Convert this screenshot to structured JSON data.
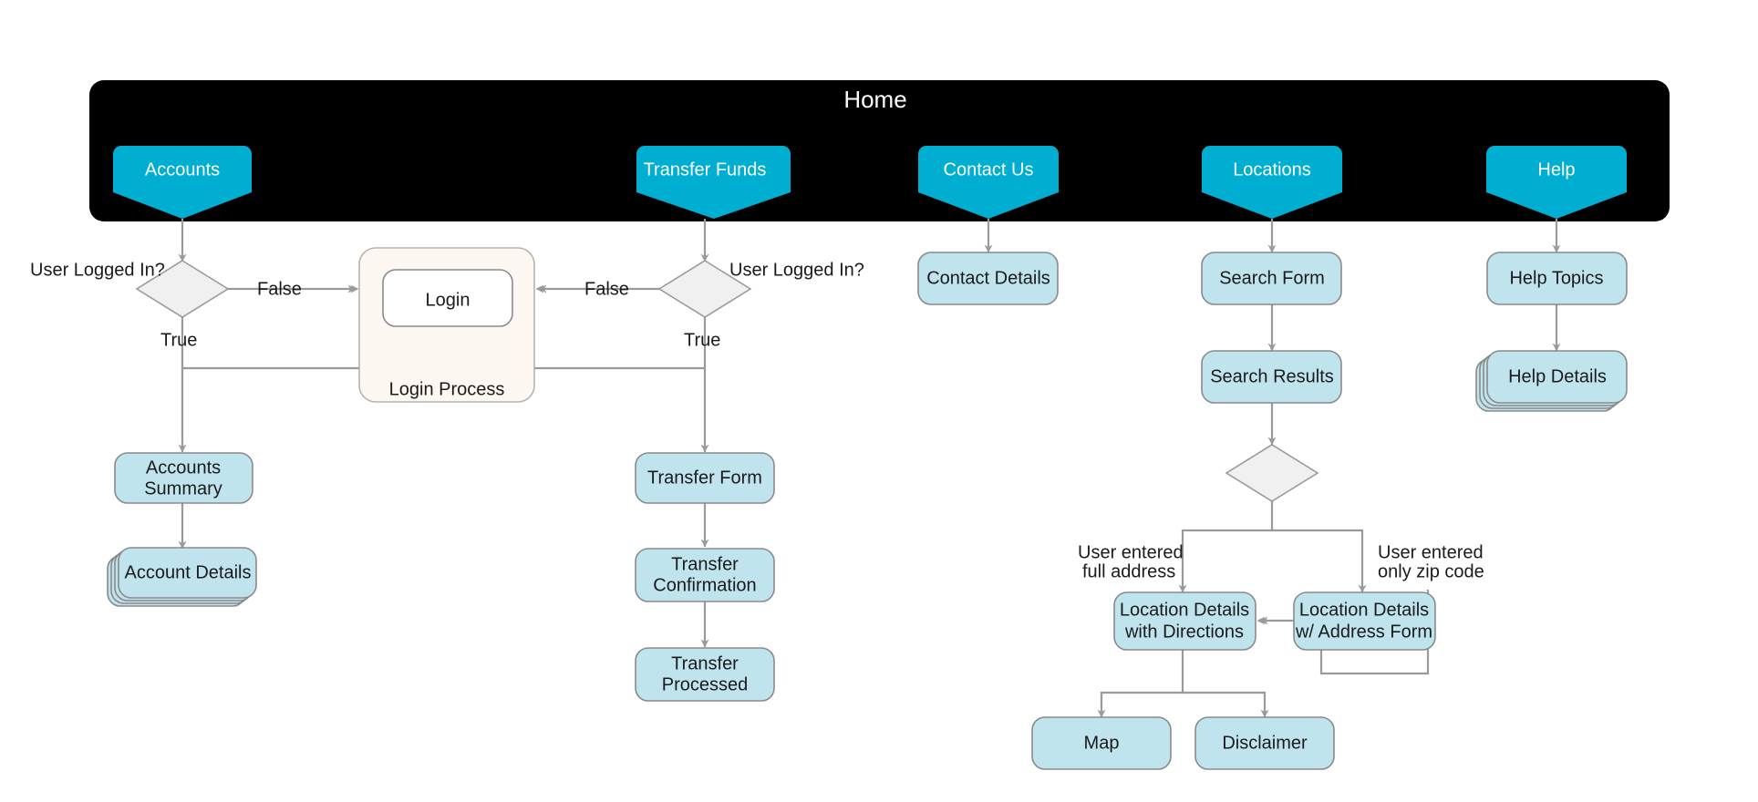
{
  "diagram": {
    "title": "Home",
    "type": "sitemap-flowchart",
    "colors": {
      "header_background": "#000000",
      "tab_fill": "#00aed2",
      "tab_text": "#ffffff",
      "node_fill": "#bfe4ee",
      "node_stroke": "#8a8a8a",
      "decision_fill": "#f0f0f0",
      "container_fill": "#fdf7f1",
      "connector": "#9a9a9a",
      "text": "#1a1a1a"
    }
  },
  "header": {
    "title": "Home",
    "tabs": [
      {
        "label": "Accounts"
      },
      {
        "label": "Transfer Funds"
      },
      {
        "label": "Contact Us"
      },
      {
        "label": "Locations"
      },
      {
        "label": "Help"
      }
    ]
  },
  "process_container": {
    "label": "Login Process",
    "inner_node": "Login"
  },
  "nodes": {
    "accounts_decision": "",
    "accounts_summary": "Accounts\nSummary",
    "accounts_summary_line1": "Accounts",
    "accounts_summary_line2": "Summary",
    "account_details": "Account Details",
    "transfer_decision": "",
    "transfer_form": "Transfer Form",
    "transfer_confirmation_line1": "Transfer",
    "transfer_confirmation_line2": "Confirmation",
    "transfer_processed_line1": "Transfer",
    "transfer_processed_line2": "Processed",
    "contact_details": "Contact Details",
    "search_form": "Search Form",
    "search_results": "Search Results",
    "locations_decision": "",
    "location_details_directions_line1": "Location Details",
    "location_details_directions_line2": "with Directions",
    "location_details_address_line1": "Location Details",
    "location_details_address_line2": "w/ Address Form",
    "map": "Map",
    "disclaimer": "Disclaimer",
    "help_topics": "Help Topics",
    "help_details": "Help Details",
    "login": "Login"
  },
  "edge_labels": {
    "accounts_question": "User Logged In?",
    "accounts_false": "False",
    "accounts_true": "True",
    "transfer_question": "User Logged In?",
    "transfer_false": "False",
    "transfer_true": "True",
    "locations_left_line1": "User entered",
    "locations_left_line2": "full address",
    "locations_right_line1": "User entered",
    "locations_right_line2": "only zip code"
  }
}
